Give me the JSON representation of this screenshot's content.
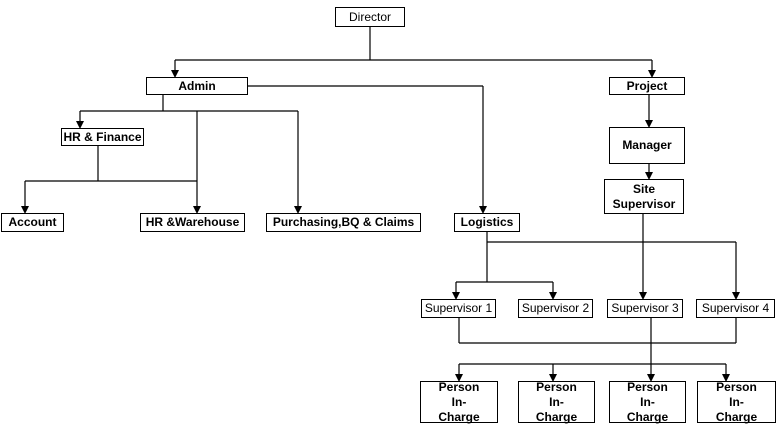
{
  "nodes": {
    "director": "Director",
    "admin": "Admin",
    "project": "Project",
    "hr_finance": "HR & Finance",
    "manager": "Manager",
    "site_supervisor": "Site Supervisor",
    "account": "Account",
    "hr_warehouse": "HR &Warehouse",
    "purchasing": "Purchasing,BQ & Claims",
    "logistics": "Logistics",
    "supervisor_1": "Supervisor 1",
    "supervisor_2": "Supervisor 2",
    "supervisor_3": "Supervisor 3",
    "supervisor_4": "Supervisor 4",
    "person_1": "Person In-Charge",
    "person_2": "Person In-Charge",
    "person_3": "Person In-Charge",
    "person_4": "Person In-Charge"
  }
}
